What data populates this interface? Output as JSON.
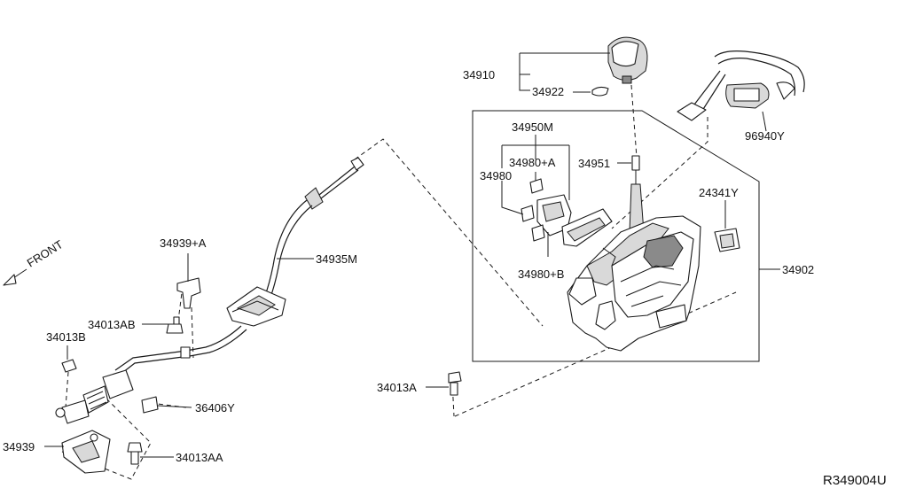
{
  "diagram": {
    "labels": {
      "p34910": "34910",
      "p34922": "34922",
      "p96940Y": "96940Y",
      "p34950M": "34950M",
      "p34980A": "34980+A",
      "p34980": "34980",
      "p34951": "34951",
      "p24341Y": "24341Y",
      "p34902": "34902",
      "p34980B": "34980+B",
      "p34939A": "34939+A",
      "p34935M": "34935M",
      "p34013AB": "34013AB",
      "p34013B": "34013B",
      "p36406Y": "36406Y",
      "p34939": "34939",
      "p34013AA": "34013AA",
      "p34013A": "34013A",
      "front": "FRONT"
    },
    "reference_code": "R349004U"
  }
}
